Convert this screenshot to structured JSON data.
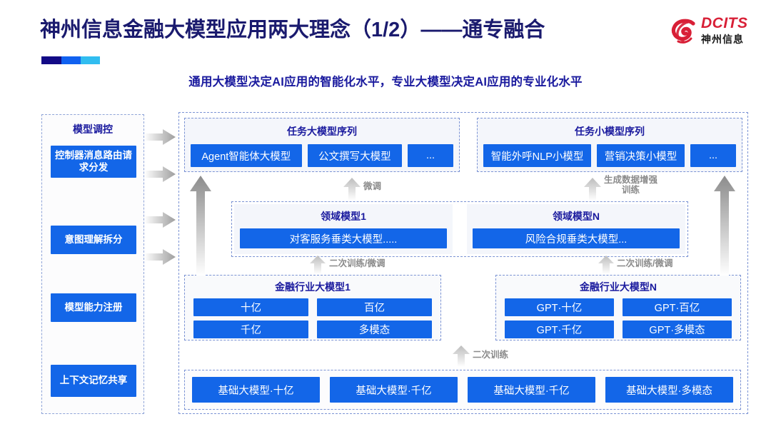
{
  "header": {
    "title": "神州信息金融大模型应用两大理念（1/2）——通专融合",
    "subtitle": "通用大模型决定AI应用的智能化水平，专业大模型决定AI应用的专业化水平",
    "accent_colors": [
      "#120a86",
      "#1061f0",
      "#31bdf0"
    ],
    "logo": {
      "en": "DCITS",
      "cn": "神州信息",
      "mark_color": "#d81f36"
    }
  },
  "sidebar": {
    "title": "模型调控",
    "items": [
      {
        "label": "控制器消息路由请求分发"
      },
      {
        "label": "意图理解拆分"
      },
      {
        "label": "模型能力注册"
      },
      {
        "label": "上下文记忆共享"
      }
    ]
  },
  "task_sequences": [
    {
      "title": "任务大模型序列",
      "chips": [
        "Agent智能体大模型",
        "公文撰写大模型",
        "..."
      ]
    },
    {
      "title": "任务小模型序列",
      "chips": [
        "智能外呼NLP小模型",
        "营销决策小模型",
        "..."
      ]
    }
  ],
  "domain_models": [
    {
      "title": "领域模型1",
      "chip": "对客服务垂类大模型....."
    },
    {
      "title": "领域模型N",
      "chip": "风险合规垂类大模型..."
    }
  ],
  "industry_models": [
    {
      "title": "金融行业大模型1",
      "chips": [
        "十亿",
        "百亿",
        "千亿",
        "多模态"
      ]
    },
    {
      "title": "金融行业大模型N",
      "chips": [
        "GPT·十亿",
        "GPT·百亿",
        "GPT·千亿",
        "GPT·多模态"
      ]
    }
  ],
  "base_models": {
    "chips": [
      "基础大模型·十亿",
      "基础大模型·千亿",
      "基础大模型·千亿",
      "基础大模型·多模态"
    ]
  },
  "flow_labels": {
    "fine_tune": "微调",
    "data_aug": "生成数据增强\n训练",
    "data_aug_line1": "生成数据增强",
    "data_aug_line2": "训练",
    "retrain_tune_left": "二次训练/微调",
    "retrain_tune_right": "二次训练/微调",
    "retrain": "二次训练"
  },
  "colors": {
    "brand_blue": "#1366e8",
    "title_navy": "#1a1a6e",
    "dash_border": "#7b93d4",
    "arrow_gray": "#9a9a9a"
  }
}
